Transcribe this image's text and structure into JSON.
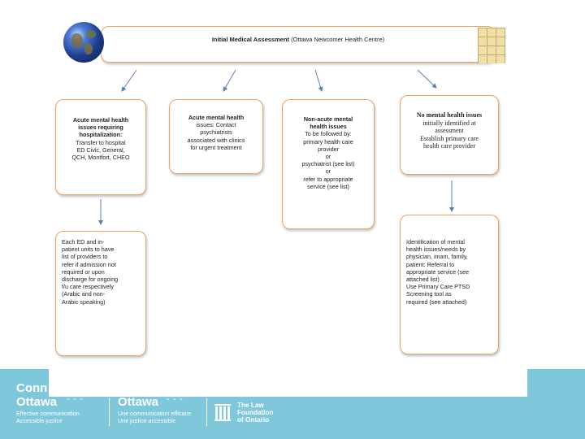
{
  "top": {
    "title": "Initial Medical Assessment",
    "subtitle": "(Ottawa Newcomer Health Centre)"
  },
  "boxes": {
    "acute_hosp": [
      "Acute mental health",
      "issues requiring",
      "hospitalization:",
      "Transfer to hospital",
      "ED Civic, General,",
      "QCH, Montfort, CHEO"
    ],
    "acute_contact": [
      "Acute mental health",
      "issues:  Contact",
      "psychiatrists",
      "associated with clinics",
      "for urgent treatment"
    ],
    "non_acute": [
      "Non-acute mental",
      "health issues",
      "To be followed by:",
      "primary health care",
      "provider",
      "or",
      "psychiatrist (see list)",
      "or",
      "refer to appropriate",
      "service (see list)"
    ],
    "no_issues": [
      "No mental health issues",
      "initially identified at",
      "assessment",
      "Establish primary care",
      "health care provider"
    ],
    "ed_units": [
      "Each ED and in-",
      "patient units to have",
      "list of providers to",
      "refer if admission not",
      "required or upon",
      "discharge for ongoing",
      "f/u care respectively",
      "(Arabic and non-",
      "Arabic speaking)"
    ],
    "identification": [
      "Identification of mental",
      "health issues/needs by",
      "physician, imam, family,",
      "patient:   Referral to",
      "appropriate service (see",
      "attached list)",
      "Use Primary Care PTSD",
      "Screening tool as",
      "required (see attached)"
    ]
  },
  "footer": {
    "brand1_line1": "Conn",
    "brand1_line2": "Ottawa",
    "brand1_tag1": "Effective communication",
    "brand1_tag2": "Accessible justice",
    "brand2": "Ottawa",
    "brand2_tag1": "Une communication efficace",
    "brand2_tag2": "Une justice accessible",
    "lf_line1": "The Law",
    "lf_line2": "Foundation",
    "lf_line3": "of Ontario",
    "colors": {
      "band": "#7fc8dc",
      "box_border": "#f0a35c",
      "arrow": "#5a7fb5"
    }
  }
}
